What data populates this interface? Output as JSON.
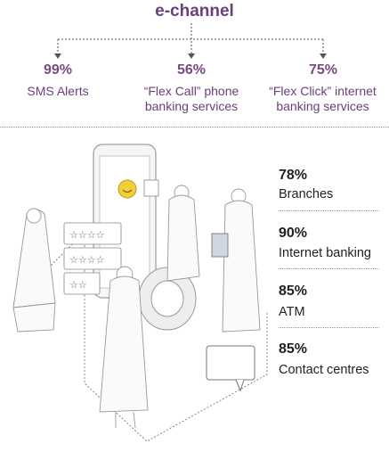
{
  "header": {
    "title": "e-channel"
  },
  "top_stats": [
    {
      "value": "99%",
      "label_line1": "SMS Alerts",
      "label_line2": ""
    },
    {
      "value": "56%",
      "label_line1": "“Flex Call” phone",
      "label_line2": "banking services"
    },
    {
      "value": "75%",
      "label_line1": "“Flex Click” internet",
      "label_line2": "banking services"
    }
  ],
  "side_stats": [
    {
      "value": "78%",
      "label": "Branches"
    },
    {
      "value": "90%",
      "label": "Internet banking"
    },
    {
      "value": "85%",
      "label": "ATM"
    },
    {
      "value": "85%",
      "label": "Contact centres"
    }
  ],
  "colors": {
    "accent": "#6a3f7a",
    "text": "#222222",
    "line": "#555555"
  }
}
